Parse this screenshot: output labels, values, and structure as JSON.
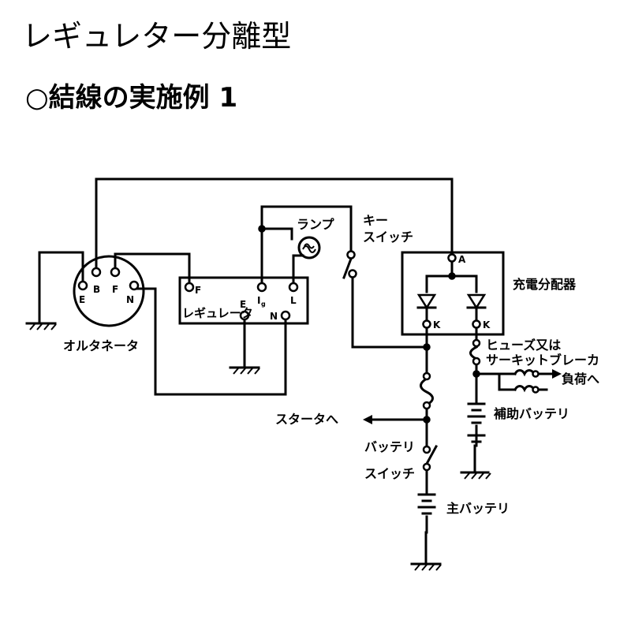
{
  "title": "レギュレター分離型",
  "subtitle": "○結線の実施例 1",
  "components": {
    "alternator": {
      "label": "オルタネータ",
      "terminals": {
        "e": "E",
        "b": "B",
        "f": "F",
        "n": "N"
      }
    },
    "regulator": {
      "label": "レギュレータ",
      "terminals": {
        "f": "F",
        "ig": "I",
        "ig_sub": "g",
        "l": "L",
        "e": "E",
        "n": "N"
      }
    },
    "lamp": {
      "label": "ランプ"
    },
    "key_switch": {
      "label_line1": "キー",
      "label_line2": "スイッチ"
    },
    "distributor": {
      "label": "充電分配器",
      "terminal_a": "A",
      "terminal_k1": "K",
      "terminal_k2": "K"
    },
    "fuse": {
      "label_line1": "ヒューズ又は",
      "label_line2": "サーキットブレーカ"
    },
    "load": {
      "label": "負荷へ"
    },
    "aux_battery": {
      "label": "補助バッテリ"
    },
    "starter": {
      "label": "スタータへ"
    },
    "battery_switch": {
      "label_line1": "バッテリ",
      "label_line2": "スイッチ"
    },
    "main_battery": {
      "label": "主バッテリ"
    }
  }
}
